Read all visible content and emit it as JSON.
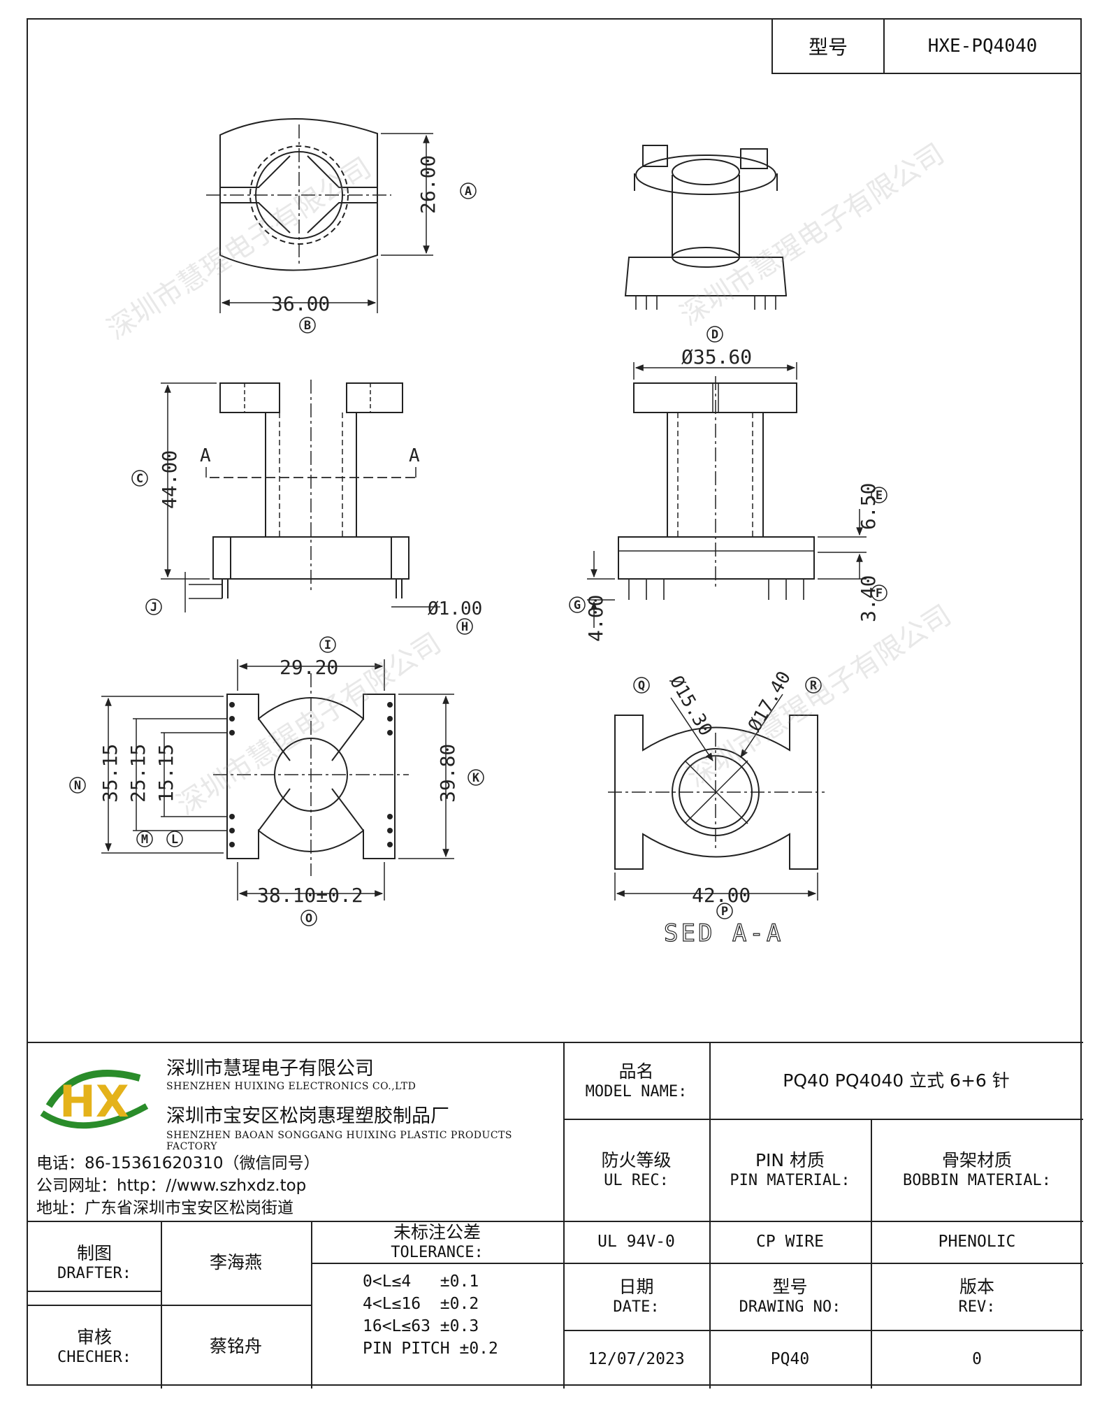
{
  "model_box": {
    "label": "型号",
    "value": "HXE-PQ4040"
  },
  "dimensions": {
    "A": "26.00",
    "B": "36.00",
    "C": "44.00",
    "E": "6.50",
    "F": "3.40",
    "G": "4.00",
    "H": "Ø1.00",
    "I": "29.20",
    "K": "39.80",
    "L": "15.15",
    "M": "25.15",
    "N": "35.15",
    "O": "38.10±0.2",
    "P": "42.00",
    "Q": "Ø15.30",
    "R": "Ø17.40",
    "top_dia": "Ø35.60"
  },
  "callouts": [
    "A",
    "B",
    "C",
    "D",
    "E",
    "F",
    "G",
    "H",
    "I",
    "J",
    "K",
    "L",
    "M",
    "N",
    "O",
    "P",
    "Q",
    "R"
  ],
  "section_marks": {
    "left": "A",
    "right": "A"
  },
  "section_label": "SED A-A",
  "watermark": "深圳市慧瑆电子有限公司",
  "company": {
    "name_cn": "深圳市慧瑆电子有限公司",
    "name_en": "SHENZHEN HUIXING ELECTRONICS CO.,LTD",
    "factory_cn": "深圳市宝安区松岗惠瑆塑胶制品厂",
    "factory_en": "SHENZHEN BAOAN SONGGANG HUIXING PLASTIC PRODUCTS FACTORY",
    "phone": "电话：86-15361620310（微信同号）",
    "website": "公司网址：http：//www.szhxdz.top",
    "address": "地址：广东省深圳市宝安区松岗街道",
    "logo_text": "HX"
  },
  "title_block": {
    "model_name_cn": "品名",
    "model_name_en": "MODEL NAME:",
    "model_name_value": "PQ40  PQ4040 立式 6+6 针",
    "ul_cn": "防火等级",
    "ul_en": "UL REC:",
    "pin_cn": "PIN 材质",
    "pin_en": "PIN MATERIAL:",
    "bobbin_cn": "骨架材质",
    "bobbin_en": "BOBBIN MATERIAL:",
    "ul_value": "UL 94V-0",
    "pin_value": "CP WIRE",
    "bobbin_value": "PHENOLIC",
    "drafter_cn": "制图",
    "drafter_en": "DRAFTER:",
    "drafter_name": "李海燕",
    "checker_cn": "审核",
    "checker_en": "CHECHER:",
    "checker_name": "蔡铭舟",
    "tolerance_cn": "未标注公差",
    "tolerance_en": "TOLERANCE:",
    "tolerance_rows": [
      "0<L≤4   ±0.1",
      "4<L≤16  ±0.2",
      "16<L≤63 ±0.3",
      "PIN PITCH ±0.2"
    ],
    "date_cn": "日期",
    "date_en": "DATE:",
    "drawing_cn": "型号",
    "drawing_en": "DRAWING NO:",
    "rev_cn": "版本",
    "rev_en": "REV:",
    "date_value": "12/07/2023",
    "drawing_value": "PQ40",
    "rev_value": "0"
  }
}
